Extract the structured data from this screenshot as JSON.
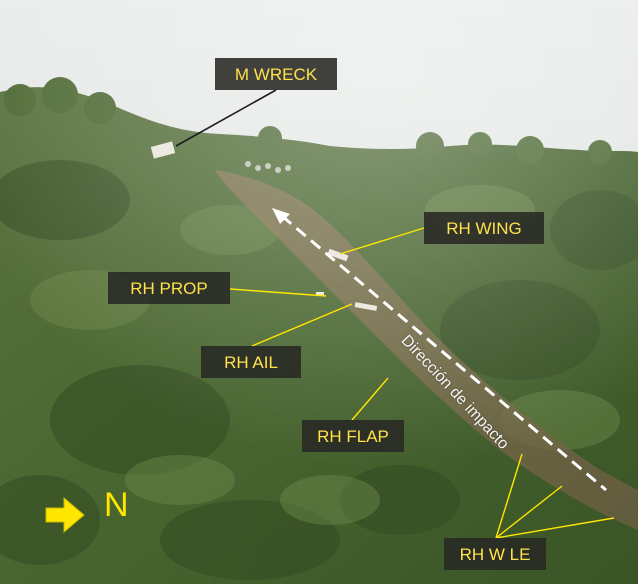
{
  "labels": {
    "m_wreck": "M WRECK",
    "rh_wing": "RH WING",
    "rh_prop": "RH PROP",
    "rh_ail": "RH AIL",
    "rh_flap": "RH FLAP",
    "rh_w_le": "RH W LE"
  },
  "direction_text": "Dirección de impacto",
  "compass": {
    "letter": "N",
    "arrow_icon": "arrow-right-icon"
  },
  "colors": {
    "label_text": "#ffe14a",
    "label_bg": "#28281f",
    "leader_line": "#ffe600",
    "direction_line": "#ffffff",
    "sky": "#e2e6e4",
    "forest": "#3f5a2c"
  }
}
